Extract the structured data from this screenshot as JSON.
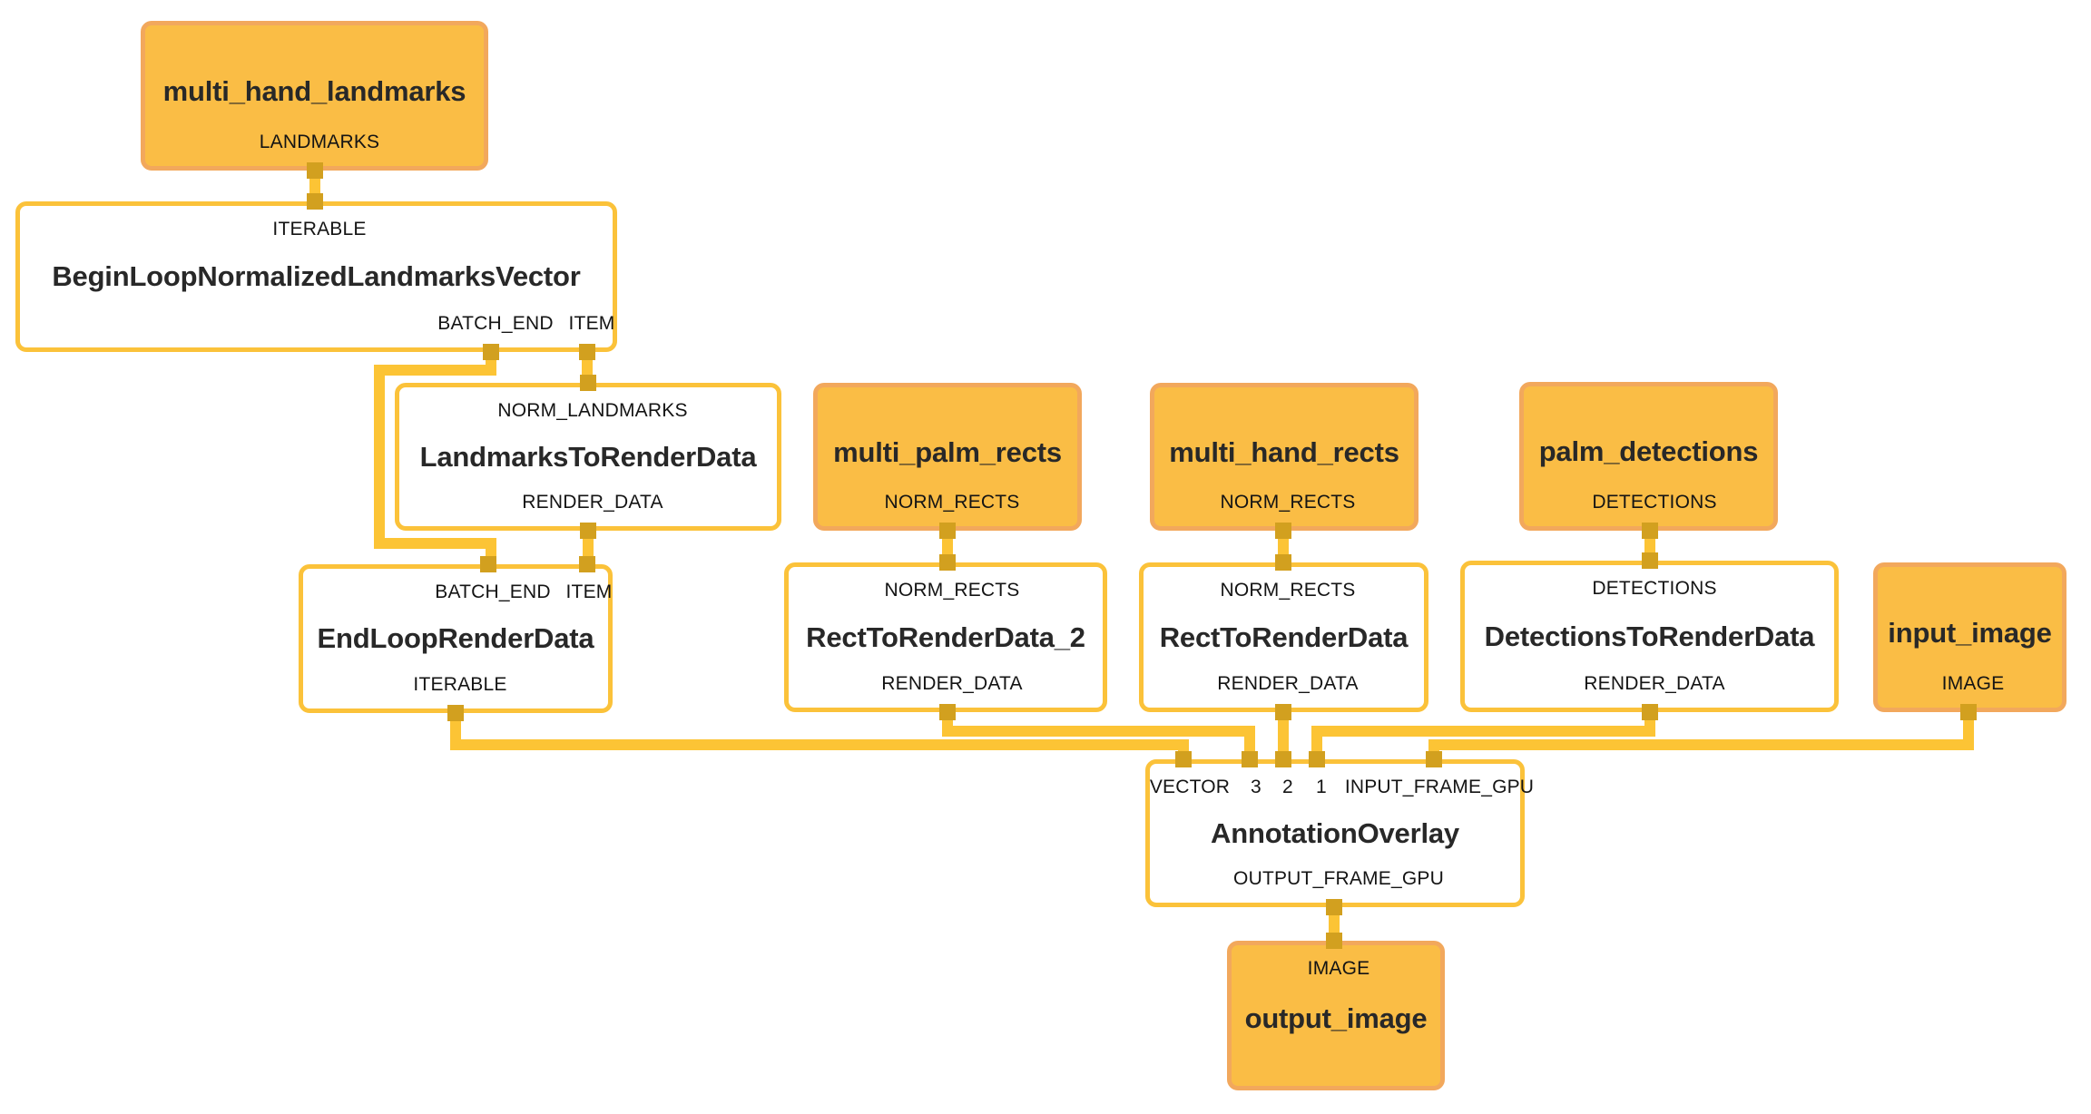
{
  "diagram": {
    "tool": "graph-visualizer",
    "background": "#ffffff",
    "colors": {
      "stream_node_fill": "#fabd45",
      "stream_node_border": "#f2a85c",
      "calculator_node_fill": "#ffffff",
      "calculator_node_border": "#fbc23a",
      "edge_line": "#fcc435",
      "port_stub": "#d2a01f",
      "title_text": "#282828",
      "port_label_text": "#141414"
    },
    "nodes": [
      {
        "id": "multi_hand_landmarks",
        "type": "stream",
        "title": "multi_hand_landmarks",
        "inputs": [],
        "outputs": [
          "LANDMARKS"
        ]
      },
      {
        "id": "BeginLoopNormalizedLandmarksVector",
        "type": "calculator",
        "title": "BeginLoopNormalizedLandmarksVector",
        "inputs": [
          "ITERABLE"
        ],
        "outputs": [
          "BATCH_END",
          "ITEM"
        ]
      },
      {
        "id": "LandmarksToRenderData",
        "type": "calculator",
        "title": "LandmarksToRenderData",
        "inputs": [
          "NORM_LANDMARKS"
        ],
        "outputs": [
          "RENDER_DATA"
        ]
      },
      {
        "id": "EndLoopRenderData",
        "type": "calculator",
        "title": "EndLoopRenderData",
        "inputs": [
          "BATCH_END",
          "ITEM"
        ],
        "outputs": [
          "ITERABLE"
        ]
      },
      {
        "id": "multi_palm_rects",
        "type": "stream",
        "title": "multi_palm_rects",
        "inputs": [],
        "outputs": [
          "NORM_RECTS"
        ]
      },
      {
        "id": "RectToRenderData_2",
        "type": "calculator",
        "title": "RectToRenderData_2",
        "inputs": [
          "NORM_RECTS"
        ],
        "outputs": [
          "RENDER_DATA"
        ]
      },
      {
        "id": "multi_hand_rects",
        "type": "stream",
        "title": "multi_hand_rects",
        "inputs": [],
        "outputs": [
          "NORM_RECTS"
        ]
      },
      {
        "id": "RectToRenderData",
        "type": "calculator",
        "title": "RectToRenderData",
        "inputs": [
          "NORM_RECTS"
        ],
        "outputs": [
          "RENDER_DATA"
        ]
      },
      {
        "id": "palm_detections",
        "type": "stream",
        "title": "palm_detections",
        "inputs": [],
        "outputs": [
          "DETECTIONS"
        ]
      },
      {
        "id": "DetectionsToRenderData",
        "type": "calculator",
        "title": "DetectionsToRenderData",
        "inputs": [
          "DETECTIONS"
        ],
        "outputs": [
          "RENDER_DATA"
        ]
      },
      {
        "id": "input_image",
        "type": "stream",
        "title": "input_image",
        "inputs": [],
        "outputs": [
          "IMAGE"
        ]
      },
      {
        "id": "AnnotationOverlay",
        "type": "calculator",
        "title": "AnnotationOverlay",
        "inputs": [
          "VECTOR",
          "3",
          "2",
          "1",
          "INPUT_FRAME_GPU"
        ],
        "outputs": [
          "OUTPUT_FRAME_GPU"
        ]
      },
      {
        "id": "output_image",
        "type": "stream",
        "title": "output_image",
        "inputs": [
          "IMAGE"
        ],
        "outputs": []
      }
    ],
    "edges": [
      {
        "from": "multi_hand_landmarks.LANDMARKS",
        "to": "BeginLoopNormalizedLandmarksVector.ITERABLE"
      },
      {
        "from": "BeginLoopNormalizedLandmarksVector.BATCH_END",
        "to": "EndLoopRenderData.BATCH_END"
      },
      {
        "from": "BeginLoopNormalizedLandmarksVector.ITEM",
        "to": "LandmarksToRenderData.NORM_LANDMARKS"
      },
      {
        "from": "LandmarksToRenderData.RENDER_DATA",
        "to": "EndLoopRenderData.ITEM"
      },
      {
        "from": "EndLoopRenderData.ITERABLE",
        "to": "AnnotationOverlay.VECTOR"
      },
      {
        "from": "multi_palm_rects.NORM_RECTS",
        "to": "RectToRenderData_2.NORM_RECTS"
      },
      {
        "from": "RectToRenderData_2.RENDER_DATA",
        "to": "AnnotationOverlay.3"
      },
      {
        "from": "multi_hand_rects.NORM_RECTS",
        "to": "RectToRenderData.NORM_RECTS"
      },
      {
        "from": "RectToRenderData.RENDER_DATA",
        "to": "AnnotationOverlay.2"
      },
      {
        "from": "palm_detections.DETECTIONS",
        "to": "DetectionsToRenderData.DETECTIONS"
      },
      {
        "from": "DetectionsToRenderData.RENDER_DATA",
        "to": "AnnotationOverlay.1"
      },
      {
        "from": "input_image.IMAGE",
        "to": "AnnotationOverlay.INPUT_FRAME_GPU"
      },
      {
        "from": "AnnotationOverlay.OUTPUT_FRAME_GPU",
        "to": "output_image.IMAGE"
      }
    ]
  }
}
